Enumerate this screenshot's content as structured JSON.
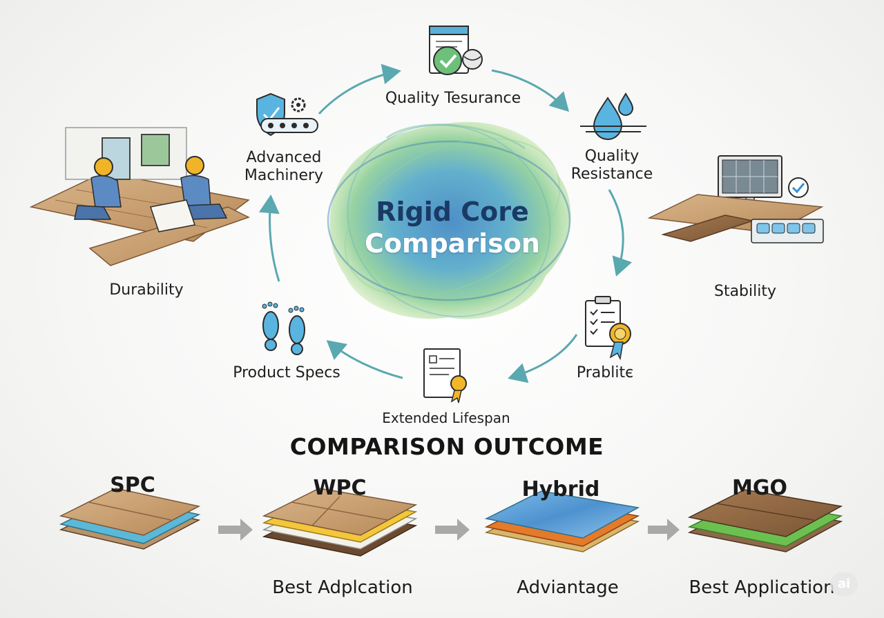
{
  "center": {
    "line1": "Rigid Core",
    "line2": "Comparison"
  },
  "cycle": {
    "quality_tesurance": "Quality Tesurance",
    "quality_resistance_1": "Quality",
    "quality_resistance_2": "Resistance",
    "prablite": "Prablitє",
    "extended_lifespan": "Extended Lifespan",
    "product_specs": "Product Specs",
    "advanced_machinery_1": "Advanced",
    "advanced_machinery_2": "Machinery"
  },
  "side": {
    "left": "Durability",
    "right": "Stability"
  },
  "outcome": {
    "title": "COMPARISON OUTCOME",
    "types": [
      "SPC",
      "WPC",
      "Hybrid",
      "MGO"
    ],
    "labels": [
      "Best Adplcation",
      "Adviantage",
      "Best Application"
    ]
  },
  "badge": "ai",
  "colors": {
    "arrow": "#5aa8b0",
    "accent_blue": "#3aa0d8",
    "wood": "#c9a274",
    "check_green": "#55b46b"
  }
}
